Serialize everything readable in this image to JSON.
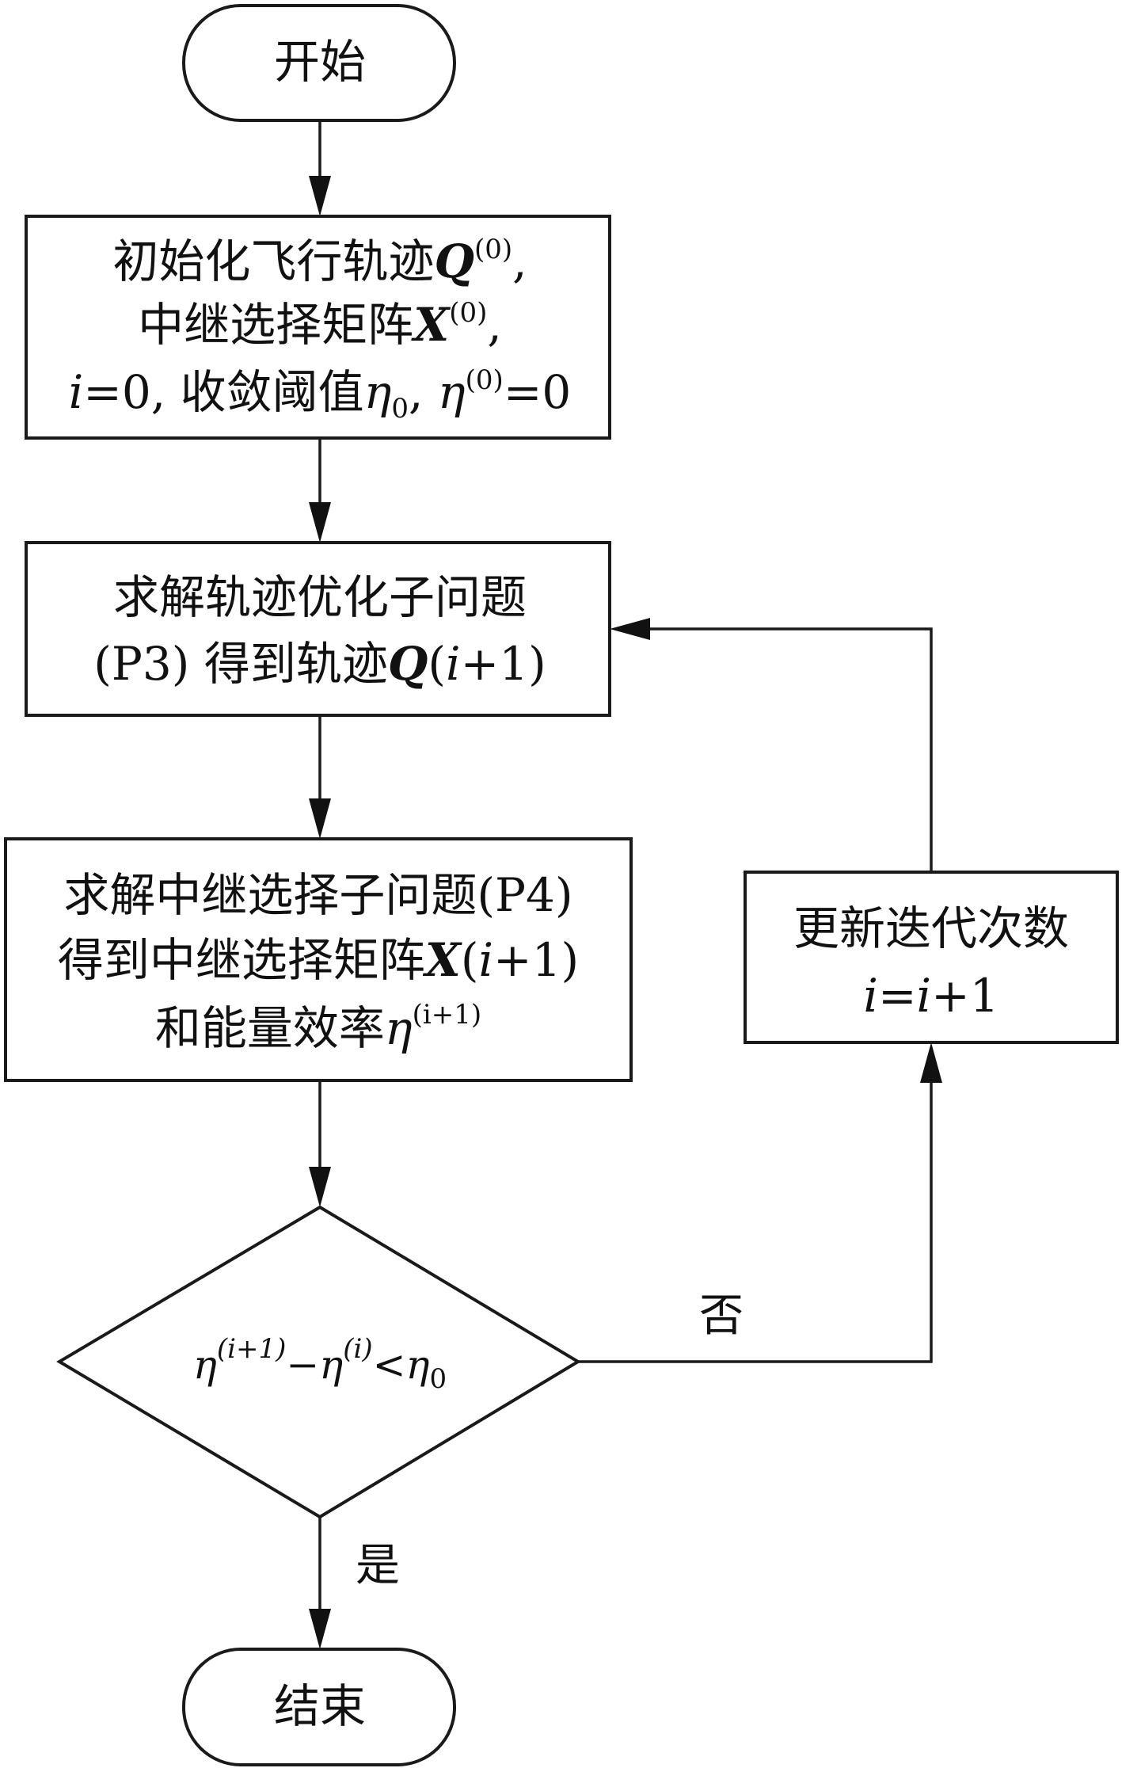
{
  "diagram": {
    "type": "flowchart",
    "nodes": {
      "start": {
        "kind": "terminator",
        "label": "开始"
      },
      "init": {
        "kind": "process",
        "lines": [
          {
            "text": "初始化飞行轨迹",
            "var": "Q",
            "sup": "(0)",
            "tail": ","
          },
          {
            "text": "中继选择矩阵",
            "var": "X",
            "sup": "(0)",
            "tail": ","
          },
          {
            "pre_var": "i",
            "pre_text": "=0, 收敛阈值",
            "eta0": "η",
            "eta0_sub": "0",
            "mid": ", ",
            "eta": "η",
            "eta_sup": "(0)",
            "tail": "=0"
          }
        ]
      },
      "p3": {
        "kind": "process",
        "lines": [
          {
            "text": "求解轨迹优化子问题"
          },
          {
            "text": "(P3) 得到轨迹",
            "var": "Q",
            "paren_open": "(",
            "arg_var": "i",
            "arg_rest": "+1)"
          }
        ]
      },
      "p4": {
        "kind": "process",
        "lines": [
          {
            "text": "求解中继选择子问题(P4)"
          },
          {
            "text": "得到中继选择矩阵",
            "var": "X",
            "paren_open": "(",
            "arg_var": "i",
            "arg_rest": "+1)"
          },
          {
            "text": "和能量效率",
            "eta": "η",
            "sup": "(i+1)"
          }
        ]
      },
      "decision": {
        "kind": "decision",
        "eta1": "η",
        "sup1": "(i+1)",
        "minus": "−",
        "eta2": "η",
        "sup2": "(i)",
        "lt": "<",
        "eta3": "η",
        "sub3": "0"
      },
      "update": {
        "kind": "process",
        "lines": [
          {
            "text": "更新迭代次数"
          },
          {
            "v1": "i",
            "eq": "=",
            "v2": "i",
            "rest": "+1"
          }
        ]
      },
      "end": {
        "kind": "terminator",
        "label": "结束"
      }
    },
    "edges": [
      {
        "from": "start",
        "to": "init"
      },
      {
        "from": "init",
        "to": "p3"
      },
      {
        "from": "p3",
        "to": "p4"
      },
      {
        "from": "p4",
        "to": "decision"
      },
      {
        "from": "decision",
        "to": "end",
        "label": "是"
      },
      {
        "from": "decision",
        "to": "update",
        "label": "否"
      },
      {
        "from": "update",
        "to": "p3"
      }
    ],
    "edge_labels": {
      "yes": "是",
      "no": "否"
    }
  }
}
